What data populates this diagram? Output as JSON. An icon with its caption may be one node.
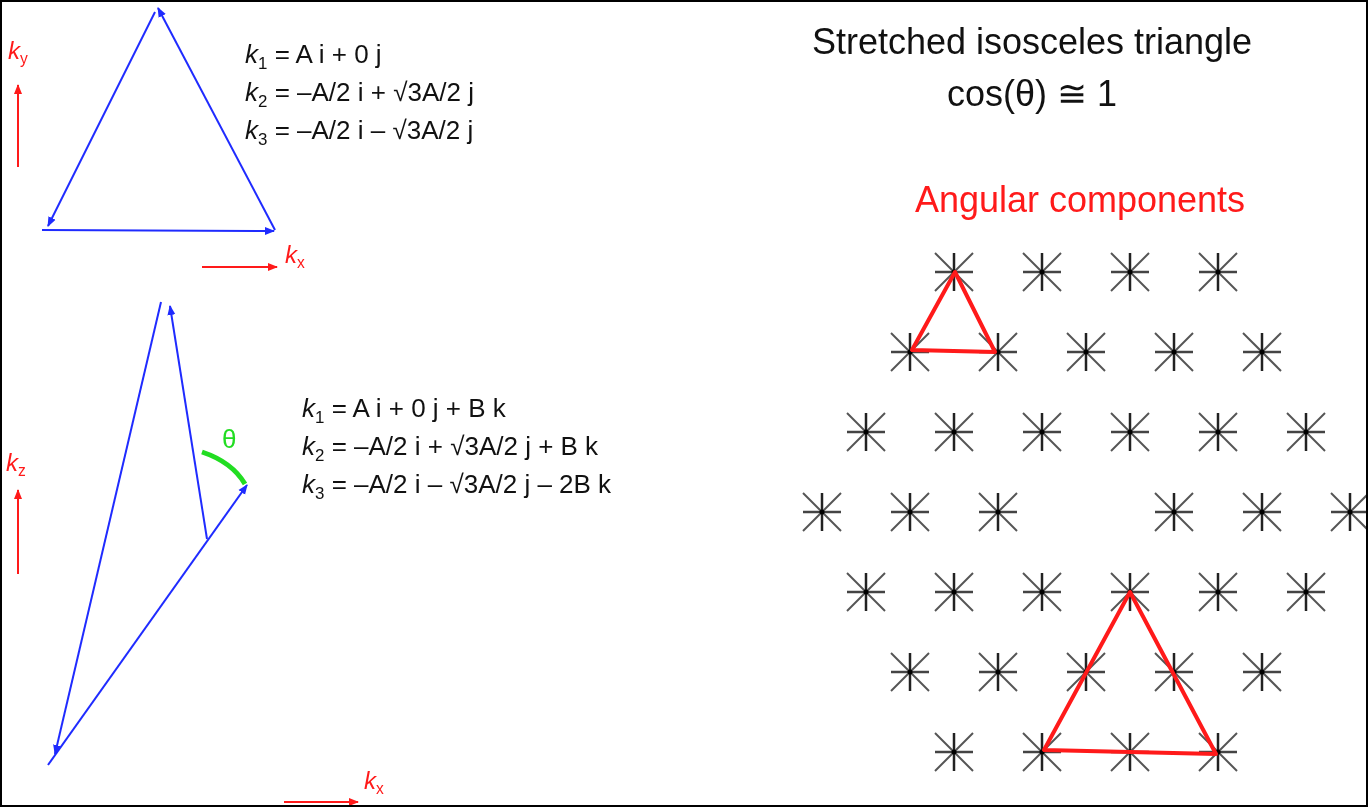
{
  "diagram": {
    "title": "Stretched isosceles triangle",
    "labels": [
      "*k*$_{y}$",
      "*k*$_{1}$ =  A i + 0 j",
      "*k*$_{2}$ = –A/2 i + √3A/2 j",
      "*k*$_{3}$ = –A/2 i – √3A/2 j",
      "*k*$_{x}$",
      "cos(θ) ≅ 1",
      "Angular components",
      "θ",
      "*k*$_{z}$",
      "*k*$_{1}$ =  A i + 0 j + B k",
      "*k*$_{2}$ = –A/2 i + √3A/2 j + B k",
      "*k*$_{3}$ = –A/2 i – √3A/2 j – 2B k",
      "*k*$_{x}$"
    ]
  }
}
